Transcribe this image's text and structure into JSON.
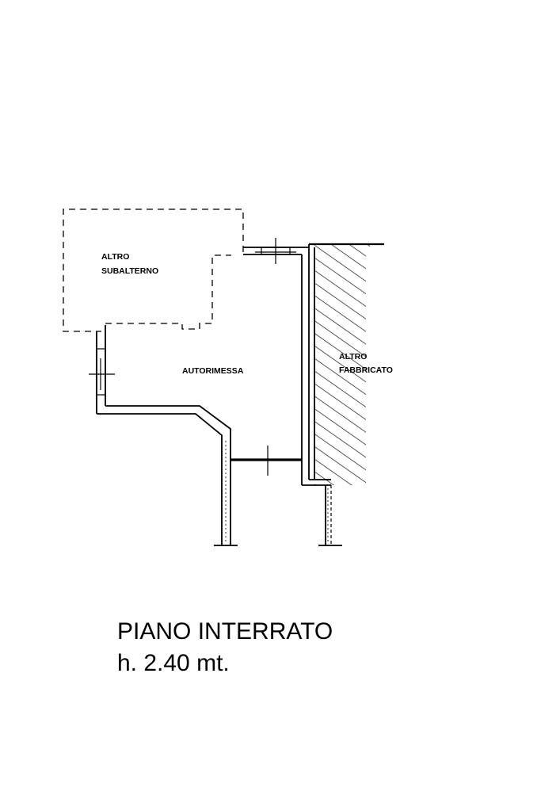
{
  "plan": {
    "rooms": {
      "altro_subalterno": [
        "ALTRO",
        "SUBALTERNO"
      ],
      "autorimessa": "AUTORIMESSA",
      "altro_fabbricato": [
        "ALTRO",
        "FABBRICATO"
      ]
    }
  },
  "caption": {
    "title": "PIANO INTERRATO",
    "height": "h. 2.40 mt."
  },
  "colors": {
    "line": "#000000",
    "background": "#ffffff"
  }
}
